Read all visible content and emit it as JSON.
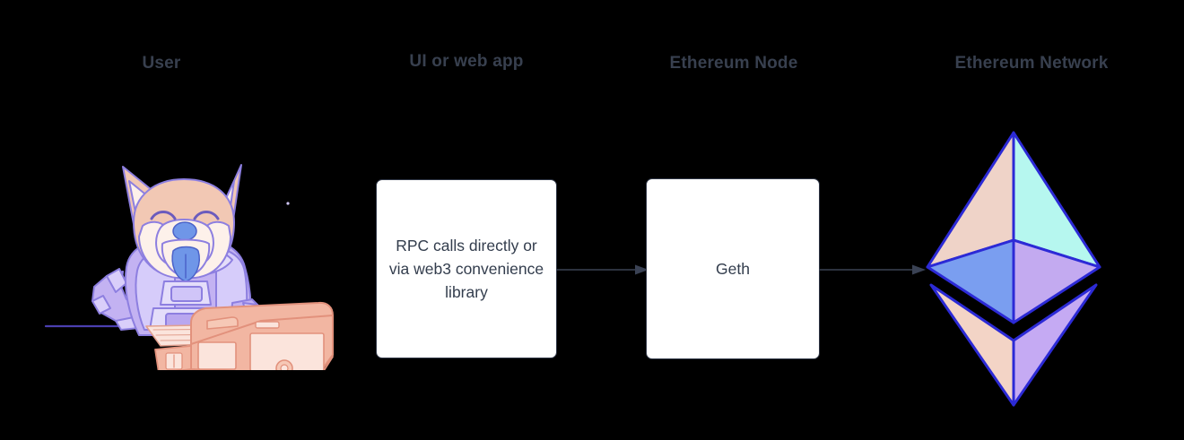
{
  "diagram": {
    "title": "Ethereum stack: user to network",
    "background_color": "#000000",
    "header_color": "#38404f",
    "box_text_color": "#333d4d",
    "box_border_color": "#2f3646",
    "arrow_color": "#3a4254",
    "columns": [
      {
        "id": "user",
        "label": "User"
      },
      {
        "id": "ui",
        "label": "UI or web app"
      },
      {
        "id": "node",
        "label": "Ethereum Node"
      },
      {
        "id": "network",
        "label": "Ethereum Network"
      }
    ],
    "nodes": [
      {
        "id": "rpc",
        "label": "RPC calls directly or via web3 convenience library",
        "lines": [
          "RPC calls directly",
          "or via web3",
          "convenience",
          "library"
        ],
        "shape": "rounded-rect",
        "fill": "#ffffff"
      },
      {
        "id": "geth",
        "label": "Geth",
        "lines": [
          "Geth"
        ],
        "shape": "rounded-rect",
        "fill": "#ffffff"
      }
    ],
    "connectors": [
      {
        "id": "rpc-to-geth",
        "from": "rpc",
        "to": "geth",
        "style": "solid-arrow"
      },
      {
        "id": "geth-to-network",
        "from": "geth",
        "to": "network",
        "style": "solid-arrow"
      }
    ],
    "illustrations": [
      {
        "id": "mascot",
        "name": "shiba-inu-astronaut-at-computer",
        "description": "Smiling shiba inu in a lavender space suit using a retro salmon desktop computer",
        "colors": {
          "fur": "#f2c8b4",
          "fur_light": "#fdf1ea",
          "suit": "#c3b2f2",
          "suit_light": "#e4ddfa",
          "accent_blue": "#6f96e8",
          "computer": "#f2b6a2",
          "computer_light": "#fbe4dc",
          "outline": "#8d7fe0"
        }
      },
      {
        "id": "eth-logo",
        "name": "ethereum-logo",
        "description": "Ethereum diamond logo with faceted upper diamond and lower triangle",
        "colors": {
          "outline": "#2c2ad6",
          "top_left": "#efd3c8",
          "top_right": "#b6f7ef",
          "mid_left": "#7a9ef0",
          "mid_right": "#c3aaf0",
          "bottom_left": "#f3d4c6",
          "bottom_right": "#c5aaf3"
        }
      }
    ]
  }
}
